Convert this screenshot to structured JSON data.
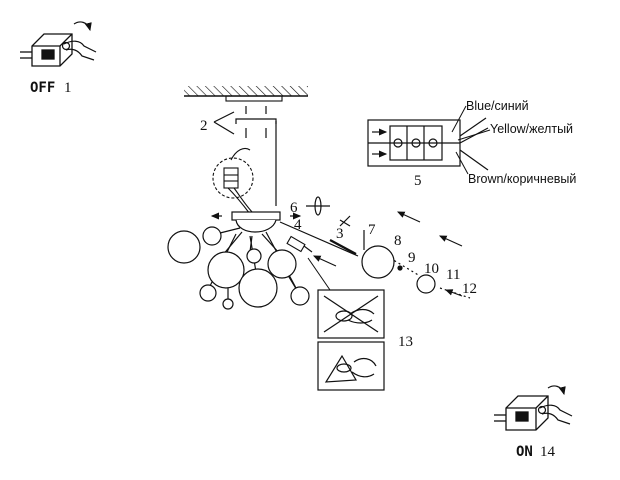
{
  "steps": {
    "off": {
      "word": "OFF",
      "number": "1"
    },
    "on": {
      "word": "ON",
      "number": "14"
    },
    "labels": {
      "n2": "2",
      "n3": "3",
      "n4": "4",
      "n5": "5",
      "n6": "6",
      "n7": "7",
      "n8": "8",
      "n9": "9",
      "n10": "10",
      "n11": "11",
      "n12": "12",
      "n13": "13"
    }
  },
  "wires": {
    "blue": "Blue/синий",
    "yellow": "Yellow/желтый",
    "brown": "Brown/коричневый"
  },
  "colors": {
    "ink": "#111111",
    "background": "#ffffff"
  },
  "icons": [
    "power-switch-off-icon",
    "power-switch-on-icon",
    "hand-icon",
    "screwdriver-icon",
    "no-bare-hand-icon",
    "cloth-hand-icon"
  ]
}
